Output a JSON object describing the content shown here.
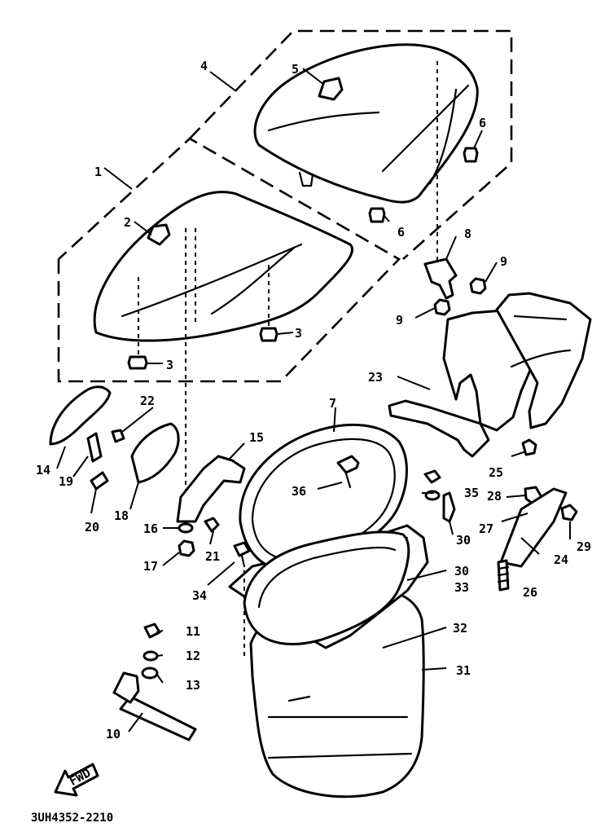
{
  "diagram_code": "3UH4352-2210",
  "fwd_label": "FWD",
  "parts": {
    "p1": "1",
    "p2": "2",
    "p3a": "3",
    "p3b": "3",
    "p4": "4",
    "p5": "5",
    "p6a": "6",
    "p6b": "6",
    "p7": "7",
    "p8": "8",
    "p9a": "9",
    "p9b": "9",
    "p10": "10",
    "p11": "11",
    "p12": "12",
    "p13": "13",
    "p14": "14",
    "p15": "15",
    "p16": "16",
    "p17": "17",
    "p18": "18",
    "p19": "19",
    "p20": "20",
    "p21": "21",
    "p22": "22",
    "p23": "23",
    "p24": "24",
    "p25": "25",
    "p26": "26",
    "p27": "27",
    "p28": "28",
    "p29": "29",
    "p30a": "30",
    "p30b": "30",
    "p31": "31",
    "p32": "32",
    "p33": "33",
    "p34": "34",
    "p35": "35",
    "p36": "36"
  }
}
